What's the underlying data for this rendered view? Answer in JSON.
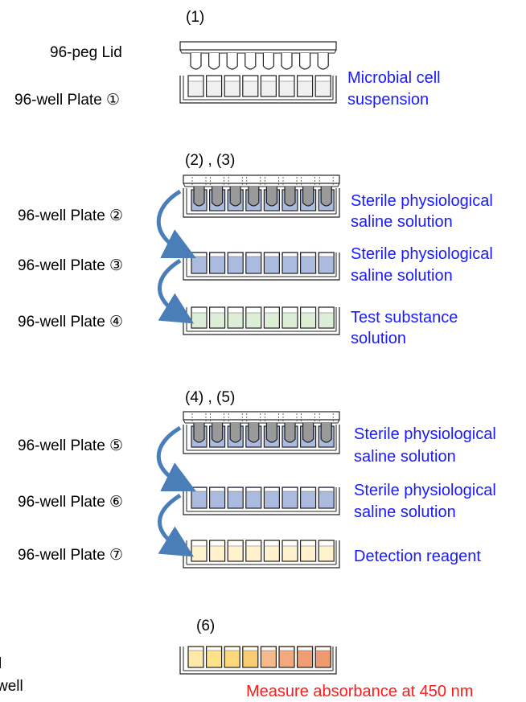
{
  "colors": {
    "annotation": "#1a1aff",
    "measure": "#ff1a1a",
    "arrow": "#4a7eb8",
    "saline": "#aabbdf",
    "peg_dark": "#9a9a9a",
    "cell": "#f0f0f0",
    "test": "#dcefd6",
    "reagent": "#fff2cc"
  },
  "steps": {
    "s1": "(1)",
    "s23": "(2) , (3)",
    "s45": "(4) , (5)",
    "s6": "(6)"
  },
  "labels": {
    "peg_lid": "96-peg Lid",
    "plate1": "96-well Plate ①",
    "plate2": "96-well Plate ②",
    "plate3": "96-well Plate ③",
    "plate4": "96-well Plate ④",
    "plate5": "96-well Plate ⑤",
    "plate6": "96-well Plate ⑥",
    "plate7": "96-well Plate ⑦"
  },
  "contents": {
    "plate1": [
      "Microbial cell",
      "suspension"
    ],
    "plate2": [
      "Sterile physiological",
      "saline solution"
    ],
    "plate3": [
      "Sterile physiological",
      "saline solution"
    ],
    "plate4": [
      "Test substance",
      "solution"
    ],
    "plate5": [
      "Sterile physiological",
      "saline solution"
    ],
    "plate6": [
      "Sterile physiological",
      "saline solution"
    ],
    "plate7": [
      "Detection reagent"
    ]
  },
  "measure": "Measure absorbance at 450 nm",
  "cutoff_left": [
    "l",
    "well"
  ]
}
